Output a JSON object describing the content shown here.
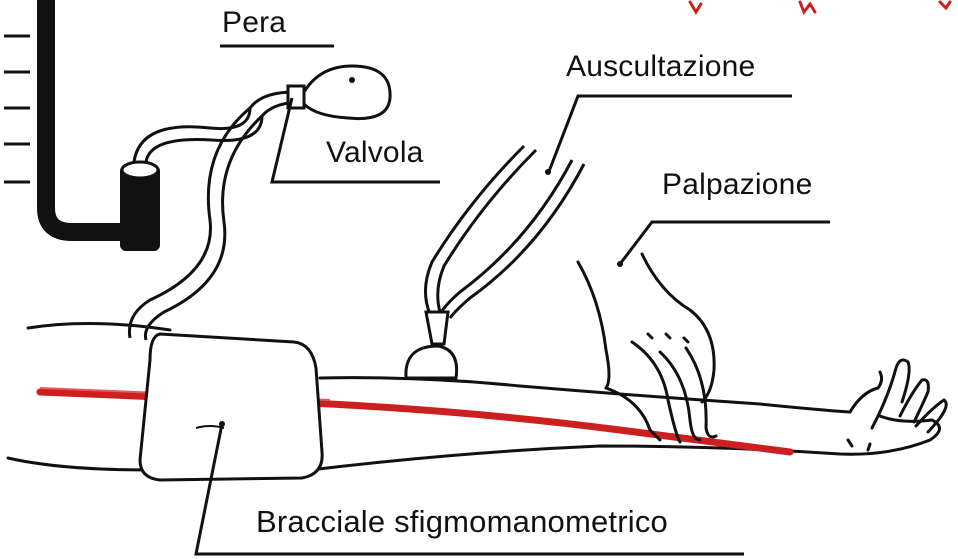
{
  "labels": {
    "pera": "Pera",
    "valvola": "Valvola",
    "auscultazione": "Auscultazione",
    "palpazione": "Palpazione",
    "bracciale": "Bracciale sfigmomanometrico"
  },
  "colors": {
    "ink": "#111111",
    "artery": "#cc1f1f",
    "background": "#ffffff"
  },
  "icons": [
    "manometer-tube",
    "bulb",
    "valve",
    "stethoscope",
    "palpating-hand",
    "cuff",
    "arm",
    "artery"
  ]
}
